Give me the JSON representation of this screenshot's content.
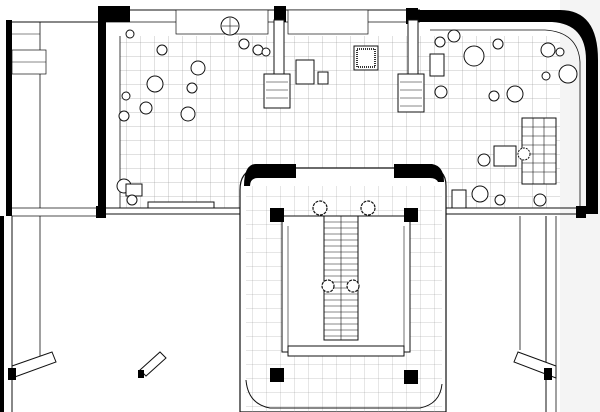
{
  "drawing": {
    "kind": "architectural-floor-plan",
    "view": "top-down",
    "line_color": "#111111",
    "fill_color": "#ffffff",
    "wall_fill": "#000000",
    "floor_pattern": "square-tile-grid",
    "background_right_tint": "#f4f4f4"
  },
  "zones": {
    "upper_hall": {
      "furniture": [
        "round-table",
        "chair",
        "lounge-chair",
        "plant",
        "square-rug",
        "bookshelf",
        "desk",
        "column"
      ]
    },
    "stair_core": {
      "features": [
        "straight-stair-flight",
        "landing",
        "potted-tree"
      ]
    },
    "left_vestibule": {
      "features": [
        "glazed-corridor"
      ]
    },
    "lower_annex": {
      "features": [
        "bench",
        "column"
      ]
    }
  }
}
